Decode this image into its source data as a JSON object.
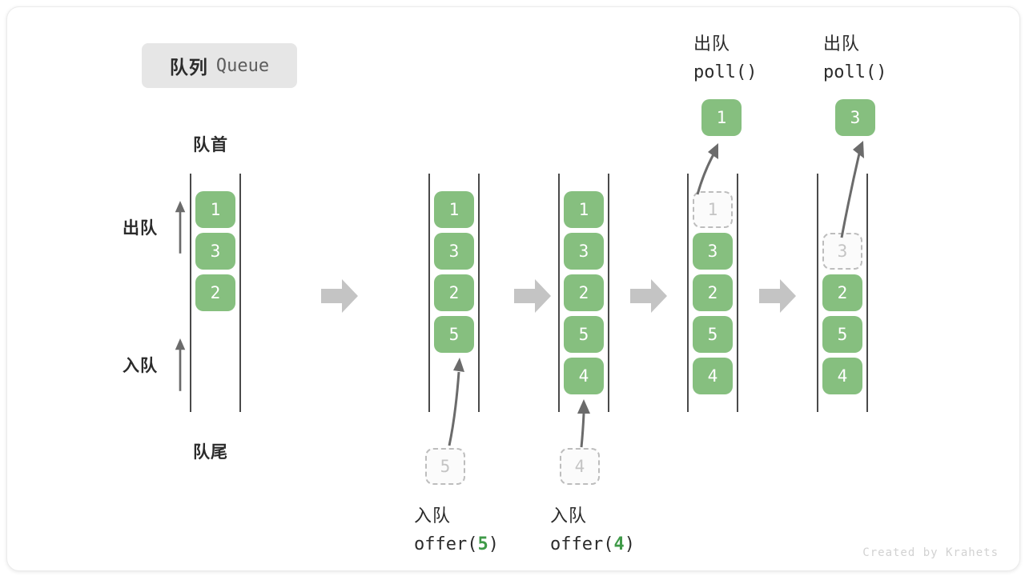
{
  "title": {
    "cn": "队列",
    "en": "Queue"
  },
  "labels": {
    "head": "队首",
    "tail": "队尾",
    "dequeue": "出队",
    "enqueue": "入队"
  },
  "colors": {
    "cell_fill": "#86bf7f",
    "cell_text": "#ffffff",
    "ghost_border": "#bdbdbd",
    "ghost_text": "#c4c4c4",
    "rail": "#4a4a4a",
    "arrow": "#6b6b6b",
    "flow_arrow": "#c4c4c4",
    "badge_bg": "#e6e6e6",
    "accent_green": "#3f9a48"
  },
  "panels": [
    {
      "name": "initial-queue",
      "cells": [
        {
          "value": "1",
          "state": "filled"
        },
        {
          "value": "3",
          "state": "filled"
        },
        {
          "value": "2",
          "state": "filled"
        },
        {
          "value": "",
          "state": "empty"
        },
        {
          "value": "",
          "state": "empty"
        }
      ]
    },
    {
      "name": "after-offer-5",
      "cells": [
        {
          "value": "1",
          "state": "filled"
        },
        {
          "value": "3",
          "state": "filled"
        },
        {
          "value": "2",
          "state": "filled"
        },
        {
          "value": "5",
          "state": "filled"
        },
        {
          "value": "",
          "state": "empty"
        }
      ]
    },
    {
      "name": "after-offer-4",
      "cells": [
        {
          "value": "1",
          "state": "filled"
        },
        {
          "value": "3",
          "state": "filled"
        },
        {
          "value": "2",
          "state": "filled"
        },
        {
          "value": "5",
          "state": "filled"
        },
        {
          "value": "4",
          "state": "filled"
        }
      ]
    },
    {
      "name": "poll-1",
      "cells": [
        {
          "value": "1",
          "state": "ghost"
        },
        {
          "value": "3",
          "state": "filled"
        },
        {
          "value": "2",
          "state": "filled"
        },
        {
          "value": "5",
          "state": "filled"
        },
        {
          "value": "4",
          "state": "filled"
        }
      ]
    },
    {
      "name": "poll-3",
      "cells": [
        {
          "value": "",
          "state": "empty"
        },
        {
          "value": "3",
          "state": "ghost"
        },
        {
          "value": "2",
          "state": "filled"
        },
        {
          "value": "5",
          "state": "filled"
        },
        {
          "value": "4",
          "state": "filled"
        }
      ]
    }
  ],
  "operations": {
    "offer_5": {
      "ghost_value": "5",
      "caption_cn": "入队",
      "code_prefix": "offer(",
      "code_value": "5",
      "code_suffix": ")"
    },
    "offer_4": {
      "ghost_value": "4",
      "caption_cn": "入队",
      "code_prefix": "offer(",
      "code_value": "4",
      "code_suffix": ")"
    },
    "poll_1": {
      "caption_cn": "出队",
      "code": "poll()",
      "popped_value": "1"
    },
    "poll_3": {
      "caption_cn": "出队",
      "code": "poll()",
      "popped_value": "3"
    }
  },
  "watermark": "Created by Krahets"
}
